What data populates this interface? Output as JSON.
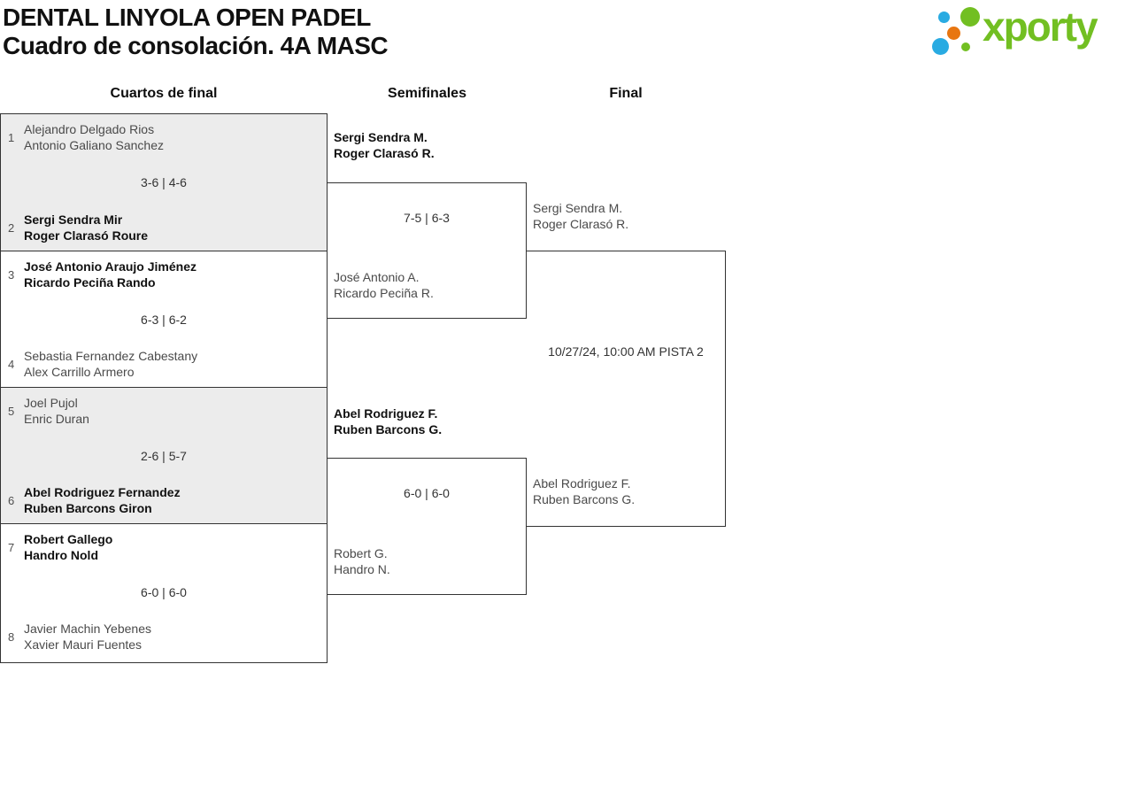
{
  "header": {
    "title_line1": "DENTAL LINYOLA OPEN PADEL",
    "title_line2": "Cuadro de consolación. 4A MASC",
    "logo_text": "xporty"
  },
  "columns": {
    "quarterfinals": "Cuartos de final",
    "semifinals": "Semifinales",
    "final": "Final"
  },
  "quarterfinals": [
    {
      "seed_top": "1",
      "team_top": [
        "Alejandro Delgado Rios",
        "Antonio Galiano Sanchez"
      ],
      "score": "3-6 | 4-6",
      "seed_bottom": "2",
      "team_bottom": [
        "Sergi Sendra Mir",
        "Roger Clarasó Roure"
      ],
      "winner": "bottom"
    },
    {
      "seed_top": "3",
      "team_top": [
        "José Antonio Araujo Jiménez",
        "Ricardo Peciña Rando"
      ],
      "score": "6-3 | 6-2",
      "seed_bottom": "4",
      "team_bottom": [
        "Sebastia Fernandez Cabestany",
        "Alex Carrillo Armero"
      ],
      "winner": "top"
    },
    {
      "seed_top": "5",
      "team_top": [
        "Joel Pujol",
        "Enric Duran"
      ],
      "score": "2-6 | 5-7",
      "seed_bottom": "6",
      "team_bottom": [
        "Abel Rodriguez Fernandez",
        "Ruben Barcons Giron"
      ],
      "winner": "bottom"
    },
    {
      "seed_top": "7",
      "team_top": [
        "Robert Gallego",
        "Handro Nold"
      ],
      "score": "6-0 | 6-0",
      "seed_bottom": "8",
      "team_bottom": [
        "Javier Machin Yebenes",
        "Xavier Mauri Fuentes"
      ],
      "winner": "top"
    }
  ],
  "semifinals": [
    {
      "advancing": [
        "Sergi Sendra M.",
        "Roger Clarasó R."
      ],
      "score": "7-5 | 6-3",
      "eliminated": [
        "José Antonio A.",
        "Ricardo Peciña R."
      ]
    },
    {
      "advancing": [
        "Abel Rodriguez F.",
        "Ruben Barcons G."
      ],
      "score": "6-0 | 6-0",
      "eliminated": [
        "Robert G.",
        "Handro N."
      ]
    }
  ],
  "final": {
    "team_top": [
      "Sergi Sendra M.",
      "Roger Clarasó R."
    ],
    "team_bottom": [
      "Abel Rodriguez F.",
      "Ruben Barcons G."
    ],
    "match_info": "10/27/24, 10:00 AM PISTA 2"
  },
  "colors": {
    "logo_green": "#72bf22",
    "logo_blue": "#29abe2",
    "logo_orange": "#e87611",
    "bracket_border": "#333333",
    "shaded_box": "#ececec"
  }
}
